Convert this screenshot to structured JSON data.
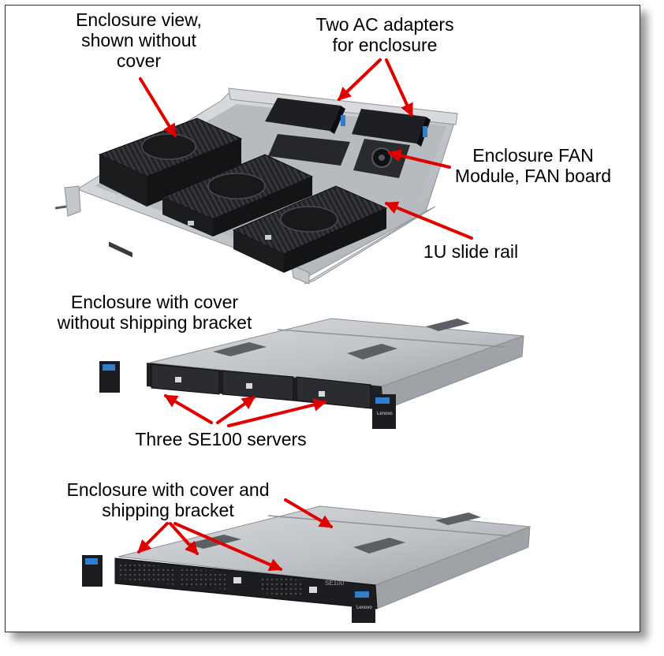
{
  "labels": {
    "enclosure_view": [
      "Enclosure view,",
      "shown without",
      "cover"
    ],
    "ac_adapters": [
      "Two AC adapters",
      "for enclosure"
    ],
    "fan_module": [
      "Enclosure FAN",
      "Module, FAN board"
    ],
    "slide_rail": [
      "1U slide rail"
    ],
    "with_cover": [
      "Enclosure with cover",
      "without shipping bracket"
    ],
    "servers": [
      "Three SE100 servers"
    ],
    "with_bracket": [
      "Enclosure with cover and",
      "shipping bracket"
    ]
  },
  "device_text": {
    "model": "SE100",
    "brand": "Lenovo"
  },
  "colors": {
    "arrow": "#e00000",
    "chassis": "#c9ccd0",
    "server_black": "#1b1c1e",
    "accent_blue": "#2f7fd1"
  }
}
